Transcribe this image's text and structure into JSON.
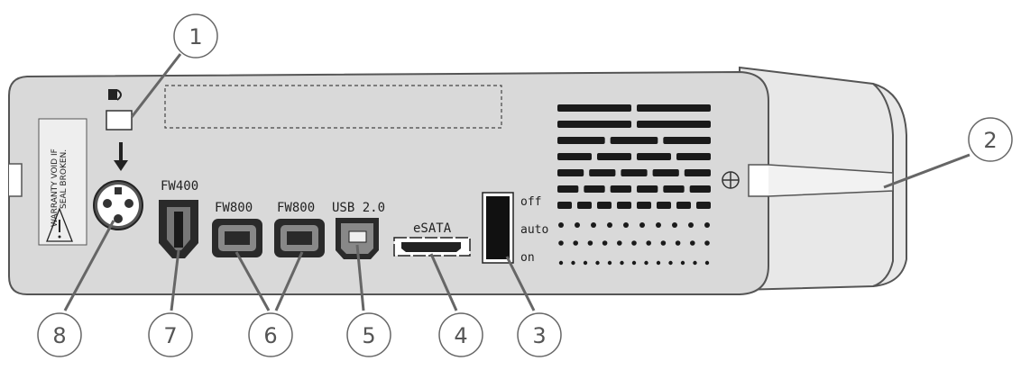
{
  "ports": {
    "fw400": "FW400",
    "fw800_a": "FW800",
    "fw800_b": "FW800",
    "usb": "USB 2.0",
    "esata": "eSATA"
  },
  "switch": {
    "off": "off",
    "auto": "auto",
    "on": "on"
  },
  "warning": {
    "line1": "WARRANTY VOID IF",
    "line2": "SEAL BROKEN."
  },
  "callouts": [
    "1",
    "2",
    "3",
    "4",
    "5",
    "6",
    "7",
    "8"
  ],
  "colors": {
    "panel": "#d9d9d9",
    "outline": "#555555",
    "port": "#2a2a2a",
    "callout_line": "#666666"
  }
}
